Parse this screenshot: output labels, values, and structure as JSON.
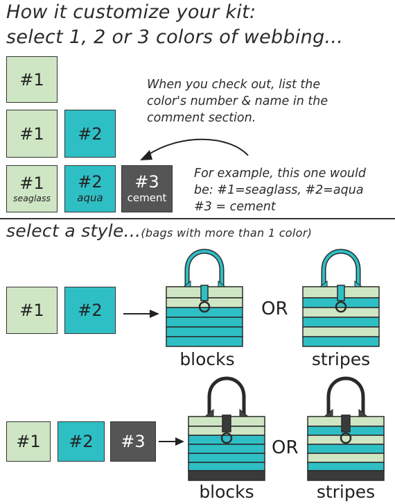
{
  "header": {
    "line1": "How it customize your kit:",
    "line2": "select 1, 2 or 3 colors of webbing..."
  },
  "colors": {
    "seaglass": "#cfe6c4",
    "aqua": "#2ebfc5",
    "cement": "#555555"
  },
  "swatches": {
    "n1": "#1",
    "n2": "#2",
    "n3": "#3",
    "seaglass": "seaglass",
    "aqua": "aqua",
    "cement": "cement"
  },
  "checkout_note": {
    "line1": "When you check out, list the",
    "line2": "color's number & name in the",
    "line3": "comment section."
  },
  "example_note": {
    "line1": "For example, this one would",
    "line2": "be: #1=seaglass, #2=aqua",
    "line3": "#3 = cement"
  },
  "style_section": {
    "title": "select a style...",
    "subtitle": "(bags with more than 1 color)",
    "blocks_label": "blocks",
    "stripes_label": "stripes",
    "or_label": "OR"
  },
  "icons": [
    "curved-arrow-icon",
    "right-arrow-icon",
    "bag-icon"
  ]
}
